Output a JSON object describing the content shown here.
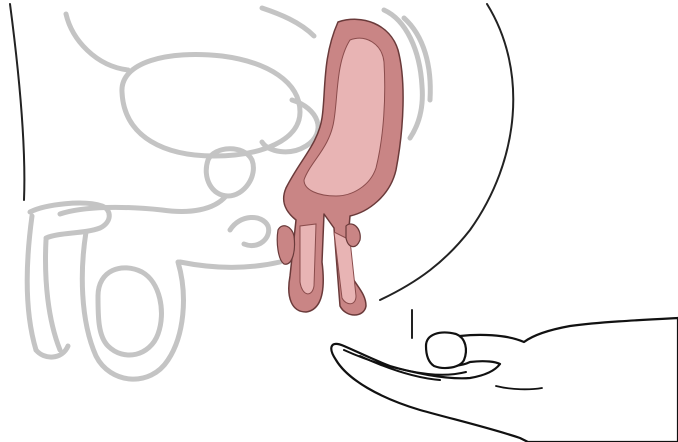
{
  "colors": {
    "background": "#ffffff",
    "faded_anatomy": "#c4c4c4",
    "faded_anatomy_light": "#d8d8d8",
    "body_outline": "#222222",
    "rectum_fill": "#e8b4b4",
    "rectum_wall": "#c98585",
    "rectum_outline": "#6a3a3a",
    "hand_fill": "#ffffff",
    "hand_outline": "#111111"
  },
  "parts": [
    "body-contour",
    "bladder",
    "prostate",
    "urethra",
    "penis",
    "testis",
    "scrotum",
    "sacrum",
    "rectum",
    "prolapsed-rectum",
    "hand"
  ]
}
